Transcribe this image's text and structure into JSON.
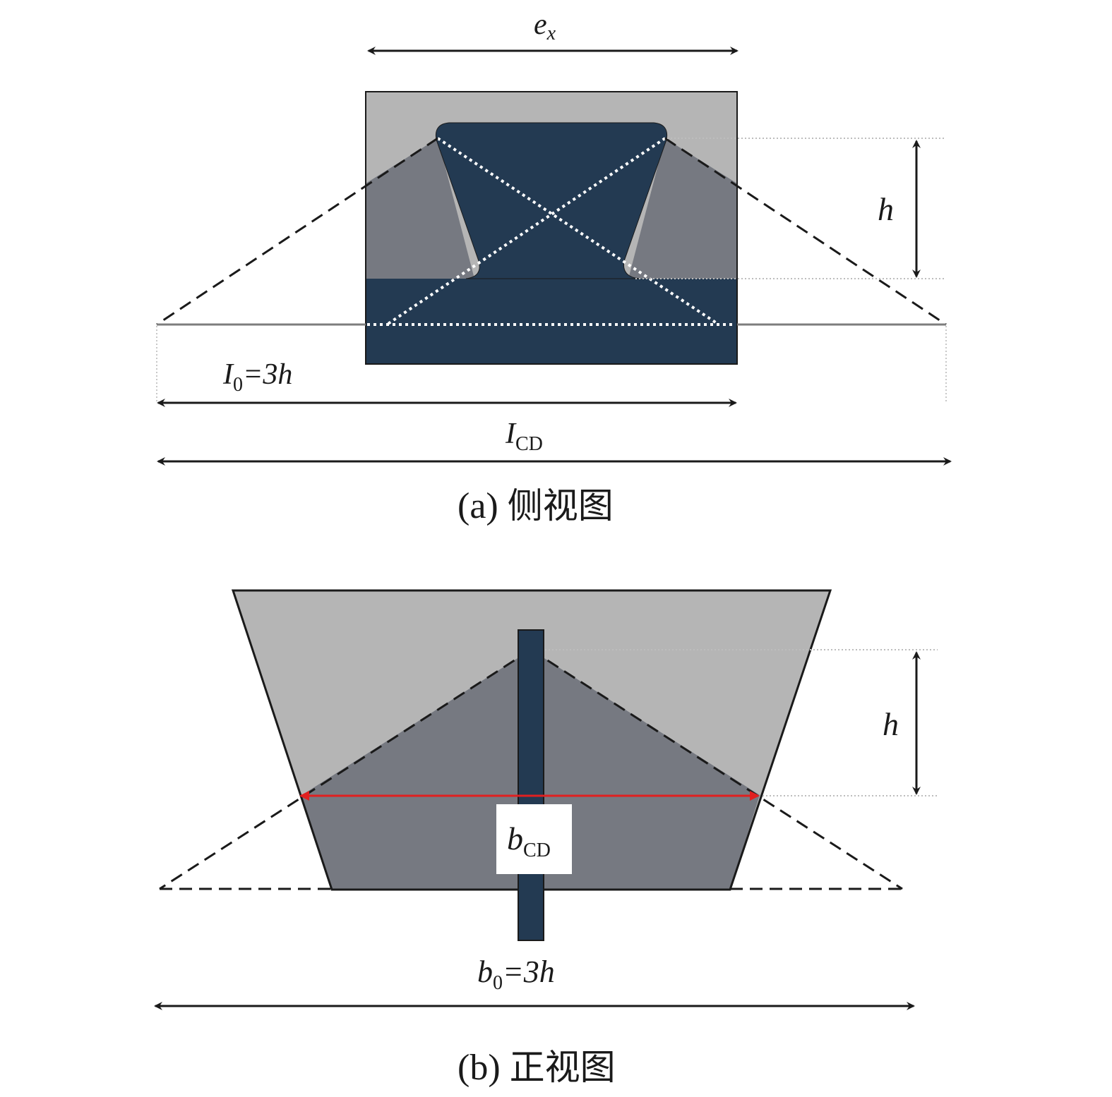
{
  "colors": {
    "dark_fill": "#233a52",
    "light_gray": "#b5b5b5",
    "mid_gray": "#767981",
    "stroke": "#1a1a1a",
    "red_dimension": "#e02020"
  },
  "view_a": {
    "ex_main": "e",
    "ex_sub": "x",
    "h_label": "h",
    "l0_main": "I",
    "l0_sub": "0",
    "l0_rest": "=3h",
    "lcd_main": "I",
    "lcd_sub": "CD",
    "caption_prefix": "(a) ",
    "caption_cjk": "侧视图"
  },
  "view_b": {
    "h_label": "h",
    "bcd_main": "b",
    "bcd_sub": "CD",
    "b0_main": "b",
    "b0_sub": "0",
    "b0_rest": "=3h",
    "caption_prefix": "(b) ",
    "caption_cjk": "正视图"
  }
}
